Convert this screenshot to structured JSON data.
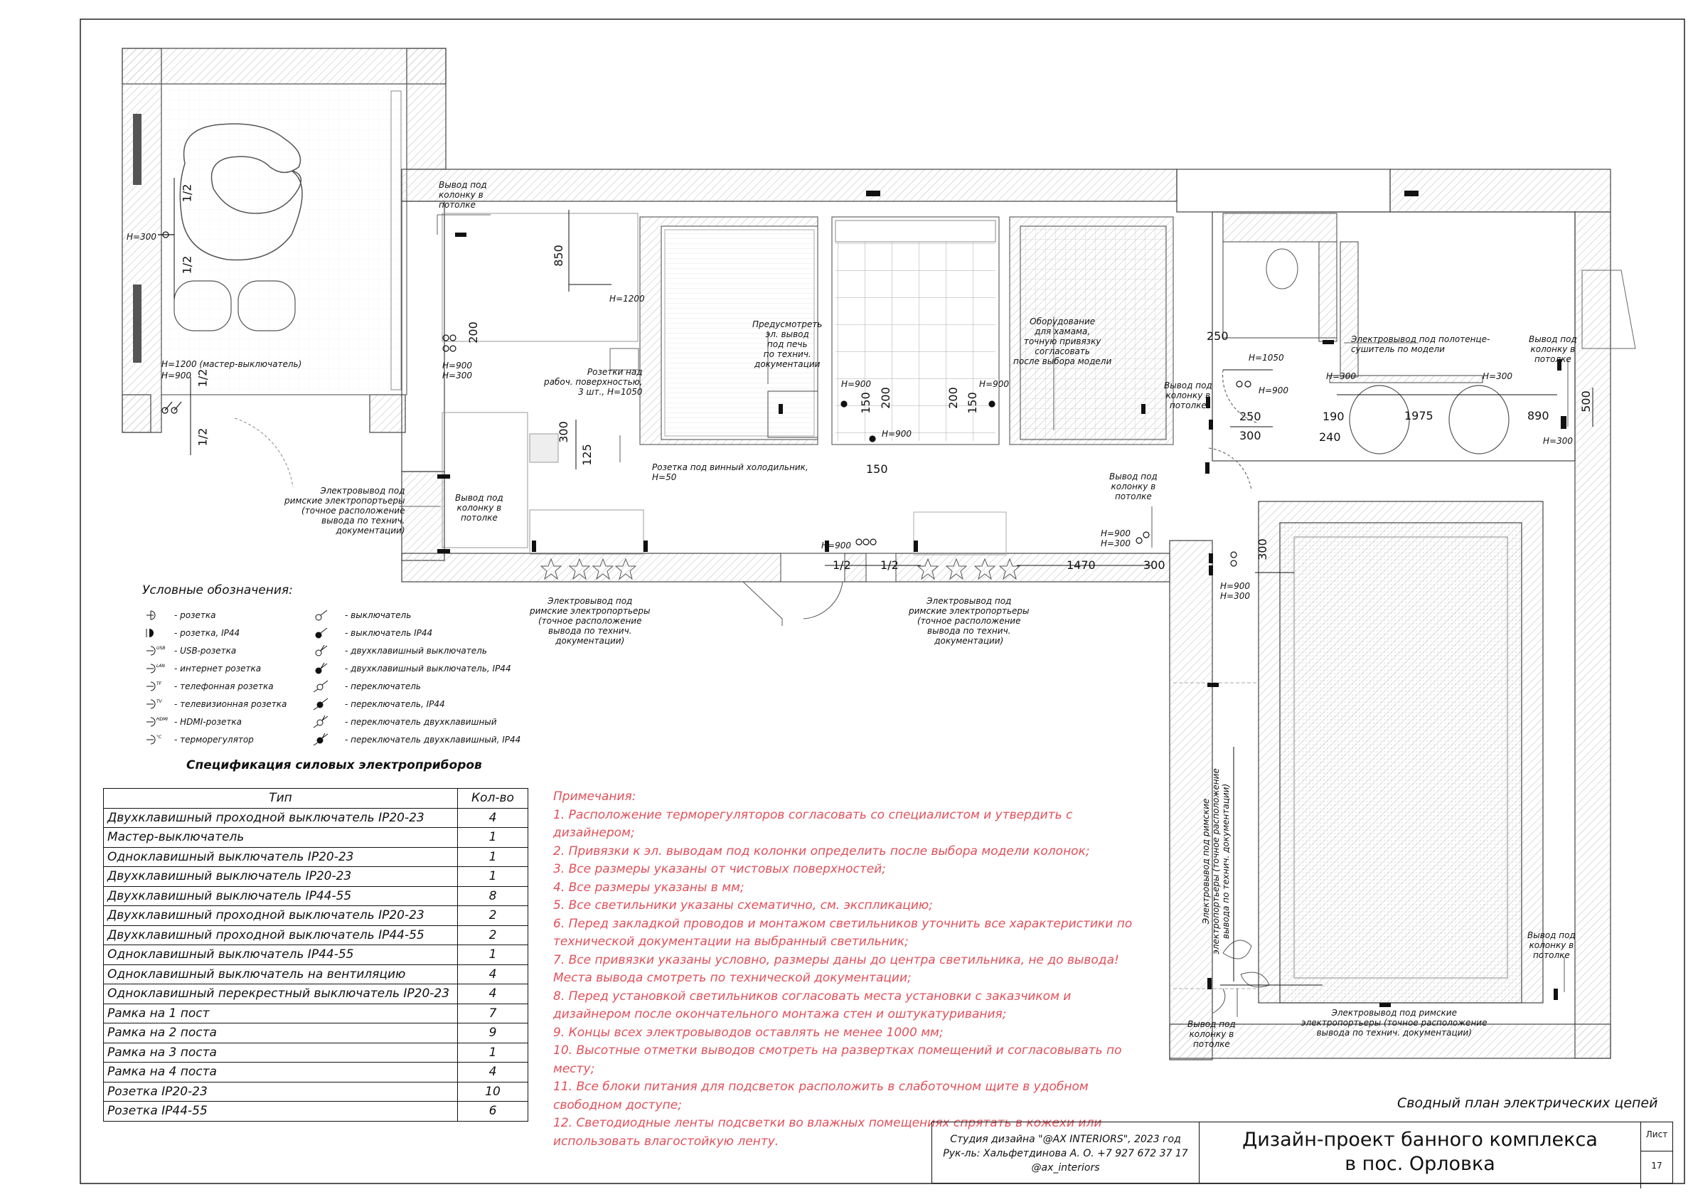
{
  "plan_labels": {
    "speaker_1": "Вывод под\nколонку в\nпотолке",
    "speaker_2": "Вывод под\nколонку в\nпотолке",
    "speaker_3": "Вывод под\nколонку в\nпотолке",
    "speaker_4": "Вывод под\nколонку в\nпотолке",
    "speaker_5": "Вывод под\nколонку в\nпотолке",
    "speaker_6": "Вывод под\nколонку в\nпотолке",
    "speaker_7": "Вывод под\nколонку в\nпотолке",
    "h300_left": "H=300",
    "h1200_master": "H=1200 (мастер-выключатель)",
    "h900_master": "H=900",
    "h1200": "H=1200",
    "h900_h300_a": "H=900\nH=300",
    "oven_output": "Предусмотреть\nэл. вывод\nпод печь\nпо технич.\nдокументации",
    "hammam_equipment": "Оборудование\nдля хамама,\nточную привязку\nсогласовать\nпосле выбора модели",
    "worktop_socket": "Розетки над\nрабоч. поверхностью,\n3 шт., H=1050",
    "wine_fridge": "Розетка под винный холодильник,\nH=50",
    "towel_dryer": "Электровывод под полотенце-\nсушитель по модели",
    "h1050": "H=1050",
    "h900_c": "H=900",
    "h900_d": "H=900",
    "h900_e": "H=900",
    "h900_f": "H=900",
    "h900_g": "H=900",
    "h300_a": "H=300",
    "h300_b": "H=300",
    "h300_c": "H=300",
    "h900_h300_b": "H=900\nH=300",
    "h900_h300_c": "H=900\nH=300",
    "curtain_left": "Электровывод под\nримские электропортьеры\n(точное расположение\nвывода по технич.\nдокументации)",
    "curtain_mid1": "Электровывод под\nримские электропортьеры\n(точное расположение\nвывода по технич.\nдокументации)",
    "curtain_mid2": "Электровывод под\nримские электропортьеры\n(точное расположение\nвывода по технич.\nдокументации)",
    "curtain_vertical": "Электровывод под римские\nэлектропортьеры (точное расположение\nвывода по технич. документации)",
    "curtain_bottom": "Электровывод под римские\nэлектропортьеры (точное расположение\nвывода по технич. документации)"
  },
  "dimensions": {
    "d_half_1": "1/2",
    "d_half_2": "1/2",
    "d_half_3": "1/2",
    "d_half_4": "1/2",
    "d_half_5": "1/2",
    "d_half_6": "1/2",
    "d850": "850",
    "d200": "200",
    "d300_a": "300",
    "d125": "125",
    "d150_a": "150",
    "d200_b": "200",
    "d200_c": "200",
    "d150_b": "150",
    "d150_c": "150",
    "d250_a": "250",
    "d250_b": "250",
    "d300_b": "300",
    "d190": "190",
    "d240": "240",
    "d1975": "1975",
    "d890": "890",
    "d500": "500",
    "d1470": "1470",
    "d300_c": "300",
    "d300_d": "300"
  },
  "legend": {
    "title": "Условные обозначения:",
    "items_left": [
      "- розетка",
      "- розетка, IP44",
      "- USB-розетка",
      "- интернет розетка",
      "- телефонная розетка",
      "- телевизионная розетка",
      "- HDMI-розетка",
      "- терморегулятор"
    ],
    "items_right": [
      "- выключатель",
      "- выключатель IP44",
      "- двухклавишный выключатель",
      "- двухклавишный выключатель, IP44",
      "- переключатель",
      "- переключатель, IP44",
      "- переключатель двухклавишный",
      "- переключатель двухклавишный, IP44"
    ],
    "tags": [
      "USB",
      "LAN",
      "TF",
      "TV",
      "HDMI",
      "°C"
    ]
  },
  "spec": {
    "title": "Спецификация силовых электроприборов",
    "headers": [
      "Тип",
      "Кол-во"
    ],
    "rows": [
      [
        "Двухклавишный проходной выключатель IP20-23",
        "4"
      ],
      [
        "Мастер-выключатель",
        "1"
      ],
      [
        "Одноклавишный выключатель IP20-23",
        "1"
      ],
      [
        "Двухклавишный выключатель IP20-23",
        "1"
      ],
      [
        "Двухклавишный выключатель IP44-55",
        "8"
      ],
      [
        "Двухклавишный проходной выключатель IP20-23",
        "2"
      ],
      [
        "Двухклавишный проходной выключатель IP44-55",
        "2"
      ],
      [
        "Одноклавишный выключатель IP44-55",
        "1"
      ],
      [
        "Одноклавишный выключатель на вентиляцию",
        "4"
      ],
      [
        "Одноклавишный перекрестный выключатель IP20-23",
        "4"
      ],
      [
        "Рамка на 1 пост",
        "7"
      ],
      [
        "Рамка на 2 поста",
        "9"
      ],
      [
        "Рамка на 3 поста",
        "1"
      ],
      [
        "Рамка на 4 поста",
        "4"
      ],
      [
        "Розетка IP20-23",
        "10"
      ],
      [
        "Розетка IP44-55",
        "6"
      ]
    ]
  },
  "notes": {
    "title": "Примечания:",
    "items": [
      "1. Расположение терморегуляторов согласовать со специалистом и утвердить с дизайнером;",
      "2. Привязки к эл. выводам под колонки определить после выбора модели колонок;",
      "3. Все размеры указаны от чистовых поверхностей;",
      "4. Все размеры указаны в мм;",
      "5. Все светильники указаны схематично, см. экспликацию;",
      "6. Перед закладкой проводов и монтажом светильников уточнить все характеристики по технической документации на выбранный светильник;",
      "7. Все привязки указаны условно, размеры даны до центра светильника, не до вывода! Места вывода смотреть по технической документации;",
      "8. Перед установкой светильников согласовать места установки с заказчиком и дизайнером после окончательного монтажа стен и оштукатуривания;",
      "9. Концы всех электровыводов оставлять не менее 1000 мм;",
      "10. Высотные отметки выводов смотреть на развертках помещений и согласовывать по месту;",
      "11. Все блоки питания для подсветок расположить в слаботочном щите в удобном свободном доступе;",
      "12. Светодиодные ленты подсветки во влажных помещениях спрятать в кожехи или использовать влагостойкую ленту."
    ]
  },
  "title_block": {
    "plan_name": "Сводный план электрических цепей",
    "studio": "Студия дизайна \"@AX INTERIORS\", 2023 год",
    "lead": "Рук-ль: Хальфетдинова А. О. +7 927 672 37 17",
    "handle": "@ax_interiors",
    "project_line1": "Дизайн-проект банного комплекса",
    "project_line2": "в пос. Орловка",
    "sheet_label": "Лист",
    "sheet_no": "17"
  }
}
